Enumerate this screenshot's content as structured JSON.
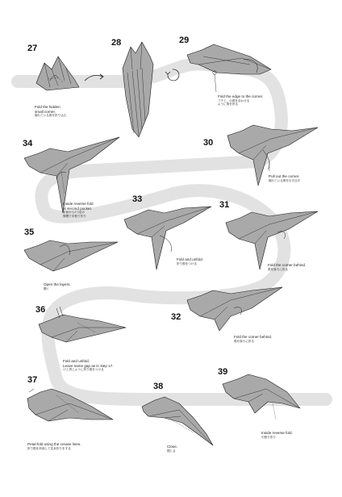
{
  "steps": {
    "s27": {
      "number": "27",
      "caption": [
        "Fold the hidden",
        "small corner."
      ],
      "caption_jp": "隠れている角を折り込む"
    },
    "s28": {
      "number": "28"
    },
    "s29": {
      "number": "29",
      "caption": [
        "Fold the edge to the corner."
      ],
      "caption_jp": [
        "フチと、の角を合わせる",
        "ように角を折る"
      ]
    },
    "s30": {
      "number": "30",
      "caption": [
        "Pull out the corner."
      ],
      "caption_jp": "隠れている角を引き出す"
    },
    "s31": {
      "number": "31",
      "caption": [
        "Fold the corner behind."
      ],
      "caption_jp": "角を後ろに折る"
    },
    "s32": {
      "number": "32",
      "caption": [
        "Fold the corner behind."
      ],
      "caption_jp": "角を後ろに折る"
    },
    "s33": {
      "number": "33",
      "caption": [
        "Fold and unfold."
      ],
      "caption_jp": "折り筋をつける"
    },
    "s34": {
      "number": "34",
      "caption": [
        "Inside reverse fold",
        "at second pocket."
      ],
      "caption_jp": [
        "手前から2つ目の",
        "隙間で中割り折り"
      ]
    },
    "s35": {
      "number": "35",
      "caption": [
        "Open the layers."
      ],
      "caption_jp": "開く"
    },
    "s36": {
      "number": "36",
      "caption": [
        "Fold and unfold.",
        "Leave same gap as in step 17."
      ],
      "caption_jp": "17と同じように折り筋をつける"
    },
    "s37": {
      "number": "37",
      "caption": [
        "Petal-fold using the crease lines."
      ],
      "caption_jp": "折り筋を利用して花弁折りをする"
    },
    "s38": {
      "number": "38",
      "caption": [
        "Close."
      ],
      "caption_jp": "閉じる"
    },
    "s39": {
      "number": "39",
      "caption": [
        "Inside reverse fold."
      ],
      "caption_jp": "中割り折り"
    }
  },
  "colors": {
    "paper": "#a9a9a9",
    "paper_light": "#d2d2d2",
    "paper_dark": "#8a8a8a",
    "path": "#e2e2e2",
    "ink": "#1a1a1a"
  },
  "icons": [
    "curved-arrow-icon",
    "rotate-arrow-icon"
  ]
}
